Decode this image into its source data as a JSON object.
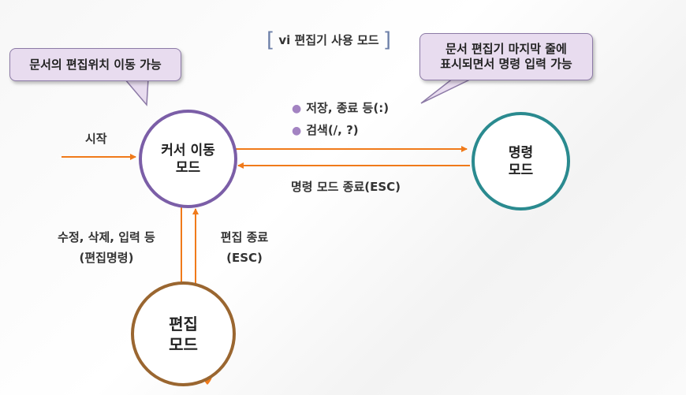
{
  "title": "vi 편집기 사용 모드",
  "nodes": {
    "cursor": [
      "커서 이동",
      "모드"
    ],
    "command": [
      "명령",
      "모드"
    ],
    "edit": [
      "편집",
      "모드"
    ]
  },
  "callouts": {
    "left": "문서의 편집위치 이동 가능",
    "right": [
      "문서 편집기 마지막 줄에",
      "표시되면서 명령 입력 가능"
    ]
  },
  "bullets": [
    "저장, 종료 등(:)",
    "검색(/, ?)"
  ],
  "labels": {
    "start": "시작",
    "command_exit": "명령 모드 종료(ESC)",
    "edit_enter": [
      "수정, 삭제, 입력 등",
      "(편집명령)"
    ],
    "edit_exit": [
      "편집 종료",
      "(ESC)"
    ]
  },
  "colors": {
    "arrow": "#f07a1a",
    "cursor_border": "#7b5ea7",
    "command_border": "#2a8a8f",
    "edit_border": "#9a6630",
    "callout_fill": "#e8dcef"
  }
}
